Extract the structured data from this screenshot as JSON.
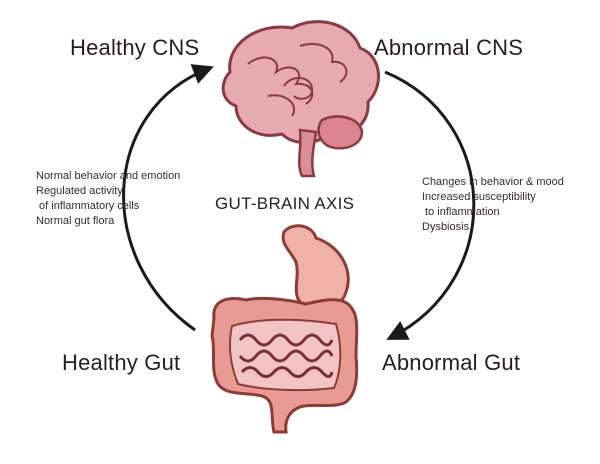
{
  "labels": {
    "healthy_cns": "Healthy CNS",
    "abnormal_cns": "Abnormal CNS",
    "healthy_gut": "Healthy Gut",
    "abnormal_gut": "Abnormal Gut",
    "axis_title": "GUT-BRAIN AXIS"
  },
  "left_notes": [
    "Normal behavior and emotion",
    "Regulated activity",
    " of inflammatory cells",
    "Normal gut flora"
  ],
  "right_notes": [
    "Changes in behavior & mood",
    "Increased susceptibility",
    " to inflammation",
    "Dysbiosis"
  ],
  "colors": {
    "brain_fill": "#e7aab0",
    "brain_outline": "#8a3a40",
    "gut_fill": "#eea9a2",
    "gut_outline": "#8e3a36",
    "arrow": "#1a1a1a"
  },
  "icons": [
    "brain-illustration",
    "gut-illustration"
  ]
}
